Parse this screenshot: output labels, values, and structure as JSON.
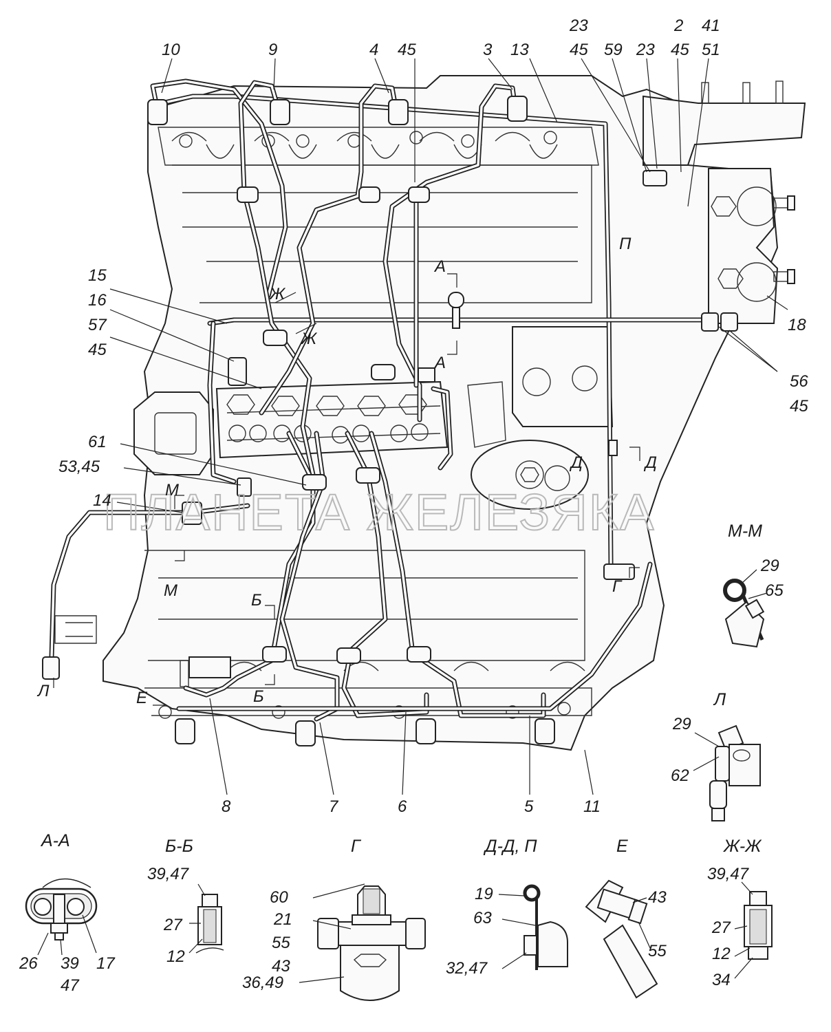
{
  "watermark": "ПЛАНЕТА ЖЕЛЕЗЯКА",
  "section_titles": {
    "mm": "М-М",
    "l": "Л",
    "aa": "А-А",
    "bb": "Б-Б",
    "g": "Г",
    "dd_p": "Д-Д, П",
    "e": "Е",
    "zhzh": "Ж-Ж"
  },
  "callouts": {
    "n10": "10",
    "n9": "9",
    "n4": "4",
    "n45a": "45",
    "n3": "3",
    "n13": "13",
    "n23a": "23",
    "n45b": "45",
    "n59": "59",
    "n23b": "23",
    "n2": "2",
    "n45c": "45",
    "n41": "41",
    "n51": "51",
    "n15": "15",
    "n16": "16",
    "n57": "57",
    "n45d": "45",
    "n18": "18",
    "n56": "56",
    "n45e": "45",
    "n61": "61",
    "n53_45": "53,45",
    "n14": "14",
    "n8": "8",
    "n7": "7",
    "n6": "6",
    "n5": "5",
    "n11": "11"
  },
  "markers": {
    "A_top": "А",
    "A_bot": "А",
    "ZH1": "Ж",
    "ZH2": "Ж",
    "P": "П",
    "D1": "Д",
    "D2": "Д",
    "M1": "М",
    "M2": "М",
    "G": "Г",
    "B1": "Б",
    "B2": "Б",
    "L": "Л",
    "E": "Е"
  },
  "details": {
    "mm": {
      "n29": "29",
      "n65": "65"
    },
    "l": {
      "n29": "29",
      "n62": "62"
    },
    "aa": {
      "n26": "26",
      "n39": "39",
      "n47": "47",
      "n17": "17"
    },
    "bb": {
      "n39_47": "39,47",
      "n27": "27",
      "n12": "12"
    },
    "g": {
      "n60": "60",
      "n21": "21",
      "n55": "55",
      "n43": "43",
      "n36_49": "36,49"
    },
    "dd_p": {
      "n19": "19",
      "n63": "63",
      "n32_47": "32,47"
    },
    "e": {
      "n43": "43",
      "n55": "55"
    },
    "zhzh": {
      "n39_47": "39,47",
      "n27": "27",
      "n12": "12",
      "n34": "34"
    }
  }
}
